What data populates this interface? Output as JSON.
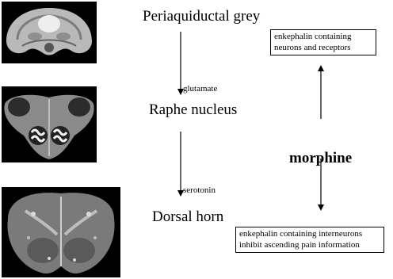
{
  "nodes": {
    "pag": "Periaquiductal grey",
    "raphe": "Raphe nucleus",
    "dorsal": "Dorsal horn"
  },
  "transmitters": {
    "glutamate": "glutamate",
    "serotonin": "serotonin"
  },
  "drug": "morphine",
  "boxes": {
    "top": [
      "enkephalin containing",
      "neurons and receptors"
    ],
    "bottom": [
      "enkephalin containing interneurons",
      "inhibit ascending pain information"
    ]
  },
  "images": [
    "midbrain-slice-image",
    "medulla-slice-image",
    "spinal-cord-slice-image"
  ]
}
